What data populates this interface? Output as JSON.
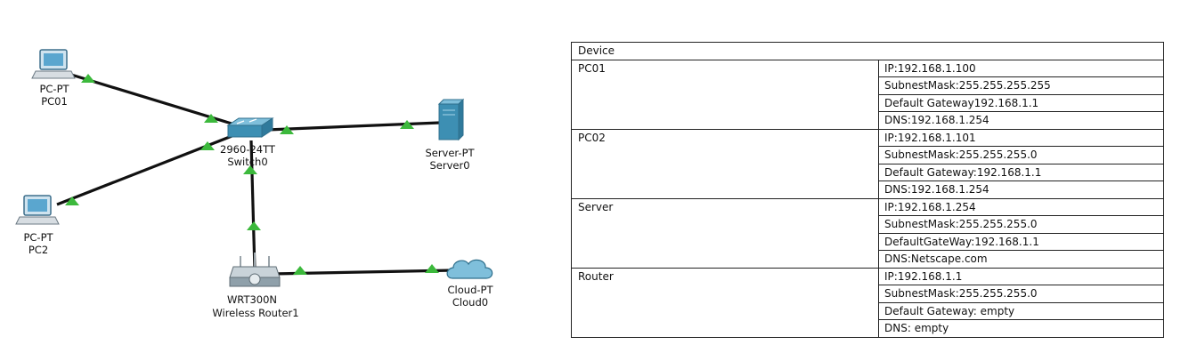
{
  "topology": {
    "nodes": [
      {
        "id": "pc01",
        "type": "pc",
        "model": "PC-PT",
        "name": "PC01"
      },
      {
        "id": "pc2",
        "type": "pc",
        "model": "PC-PT",
        "name": "PC2"
      },
      {
        "id": "switch0",
        "type": "switch",
        "model": "2960-24TT",
        "name": "Switch0"
      },
      {
        "id": "server0",
        "type": "server",
        "model": "Server-PT",
        "name": "Server0"
      },
      {
        "id": "router1",
        "type": "wireless-router",
        "model": "WRT300N",
        "name": "Wireless Router1"
      },
      {
        "id": "cloud0",
        "type": "cloud",
        "model": "Cloud-PT",
        "name": "Cloud0"
      }
    ],
    "links": [
      {
        "from": "pc01",
        "to": "switch0",
        "status": "up"
      },
      {
        "from": "pc2",
        "to": "switch0",
        "status": "up"
      },
      {
        "from": "switch0",
        "to": "server0",
        "status": "up"
      },
      {
        "from": "switch0",
        "to": "router1",
        "status": "up"
      },
      {
        "from": "router1",
        "to": "cloud0",
        "status": "up"
      }
    ],
    "colors": {
      "link": "#111111",
      "link_up_marker": "#3cb93c",
      "device_body": "#3d8fb3"
    }
  },
  "config_table": {
    "header": "Device",
    "devices": [
      {
        "name": "PC01",
        "settings": [
          "IP:192.168.1.100",
          "SubnestMask:255.255.255.255",
          "Default Gateway192.168.1.1",
          "DNS:192.168.1.254"
        ]
      },
      {
        "name": "PC02",
        "settings": [
          "IP:192.168.1.101",
          "SubnestMask:255.255.255.0",
          "Default Gateway:192.168.1.1",
          "DNS:192.168.1.254"
        ]
      },
      {
        "name": "Server",
        "settings": [
          "IP:192.168.1.254",
          "SubnestMask:255.255.255.0",
          "DefaultGateWay:192.168.1.1",
          "DNS:Netscape.com"
        ]
      },
      {
        "name": "Router",
        "settings": [
          "IP:192.168.1.1",
          "SubnestMask:255.255.255.0",
          "Default Gateway: empty",
          "DNS: empty"
        ]
      }
    ]
  }
}
